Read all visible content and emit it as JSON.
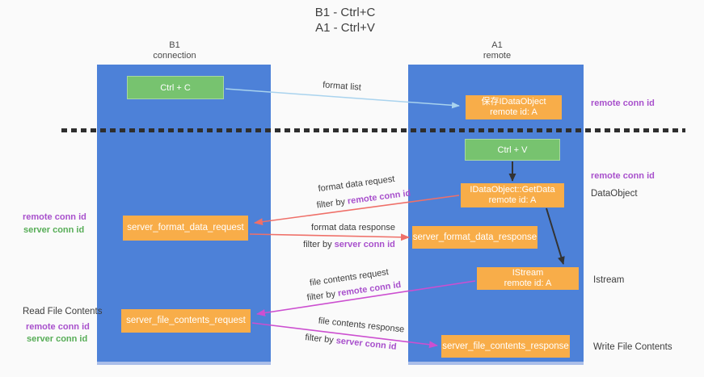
{
  "title": {
    "line1": "B1 - Ctrl+C",
    "line2": "A1 - Ctrl+V"
  },
  "lanes": {
    "left": {
      "title": "B1",
      "subtitle": "connection"
    },
    "right": {
      "title": "A1",
      "subtitle": "remote"
    }
  },
  "nodes": {
    "ctrl_c": {
      "label": "Ctrl + C"
    },
    "ctrl_v": {
      "label": "Ctrl + V"
    },
    "saved_idataobject": {
      "line1": "保存IDataObject",
      "line2": "remote id: A"
    },
    "getdata": {
      "line1": "IDataObject::GetData",
      "line2": "remote id: A"
    },
    "istream": {
      "line1": "IStream",
      "line2": "remote id: A"
    },
    "format_request": {
      "label": "server_format_data_request"
    },
    "format_response": {
      "label": "server_format_data_response"
    },
    "file_request": {
      "label": "server_file_contents_request"
    },
    "file_response": {
      "label": "server_file_contents_response"
    }
  },
  "edge_labels": {
    "format_list": "format list",
    "format_data_request": "format data request",
    "format_data_response": "format data response",
    "file_contents_request": "file contents request",
    "file_contents_response": "file contents response",
    "filter_by": "filter by "
  },
  "legend": {
    "remote_conn_id": "remote conn id",
    "server_conn_id": "server conn id"
  },
  "side_labels": {
    "dataobject": "DataObject",
    "istream": "Istream",
    "read_file_contents": "Read File Contents",
    "write_file_contents": "Write File Contents"
  },
  "colors": {
    "lane_blue": "#4d81d8",
    "box_green": "#77c36f",
    "box_orange": "#f8ad49",
    "label_purple": "#a850cc",
    "label_green": "#57ad57",
    "arrow_salmon": "#ef7069",
    "arrow_magenta": "#cc4fd0",
    "arrow_light_blue": "#a9d3ee",
    "arrow_black": "#333333",
    "background": "#fafafa"
  }
}
